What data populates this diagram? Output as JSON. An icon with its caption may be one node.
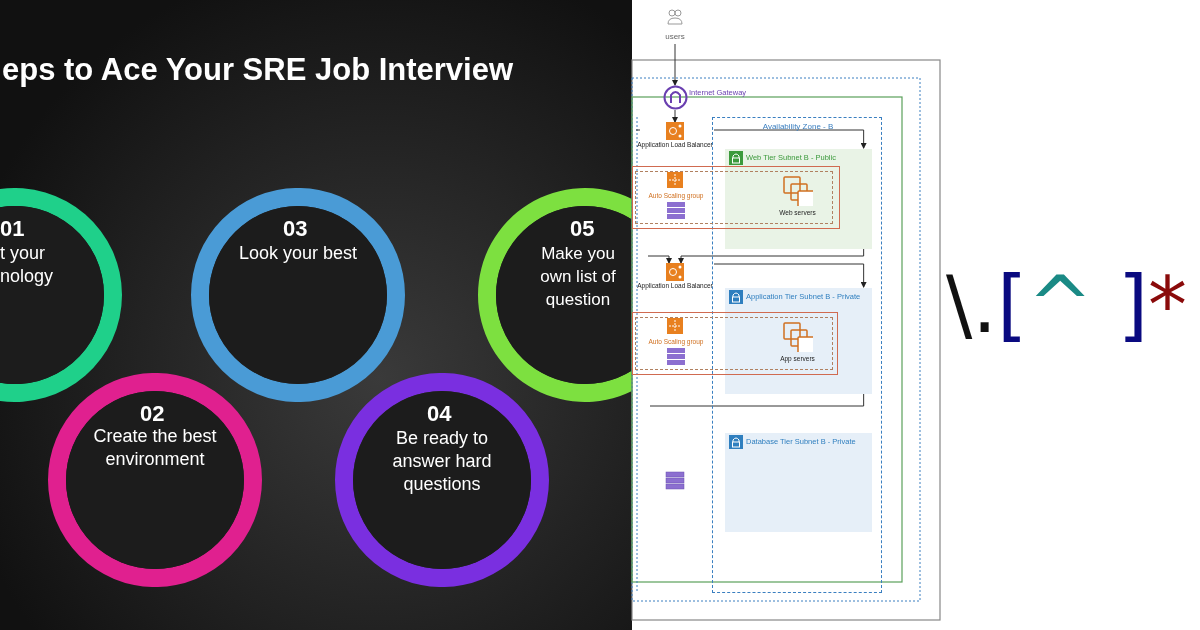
{
  "diagram": {
    "title": "eps to Ace Your SRE Job Interview",
    "nodes": [
      {
        "text": [
          "01",
          "t your nology"
        ]
      },
      {
        "text": [
          "02",
          "Create the best environment"
        ]
      },
      {
        "text": [
          "03",
          "Look your best"
        ]
      },
      {
        "text": [
          "04",
          "Be ready to answer hard questions"
        ]
      },
      {
        "text": [
          "05",
          "Make you own list of question"
        ]
      },
      {
        "text": [
          "users"
        ]
      },
      {
        "text": [
          "Internet Gateway"
        ]
      },
      {
        "text": [
          "Application Load Balancer"
        ]
      },
      {
        "text": [
          "Availability Zone - B"
        ]
      },
      {
        "text": [
          "Web Tier Subnet B - Public"
        ],
        "in": 8
      },
      {
        "text": [
          "Auto Scaling group"
        ]
      },
      {
        "text": [
          "Web servers"
        ]
      },
      {
        "text": [
          "Application Load Balancer"
        ]
      },
      {
        "text": [
          "Application Tier Subnet B - Private"
        ],
        "in": 8
      },
      {
        "text": [
          "Auto Scaling group"
        ]
      },
      {
        "text": [
          "App servers"
        ]
      },
      {
        "text": [
          "Database Tier Subnet B - Private"
        ],
        "in": 8
      }
    ],
    "edges": [
      {
        "from": 5,
        "to": 6,
        "arrow": "to"
      },
      {
        "from": 6,
        "to": 7,
        "arrow": "to"
      },
      {
        "from": 7,
        "to": 9,
        "arrow": "to"
      },
      {
        "from": 7,
        "to": null,
        "arrow": "none"
      },
      {
        "from": 9,
        "to": 12,
        "arrow": "to"
      },
      {
        "from": null,
        "to": 12,
        "arrow": "to"
      },
      {
        "from": 12,
        "to": 13,
        "arrow": "to"
      },
      {
        "from": 13,
        "to": null,
        "arrow": "none"
      }
    ],
    "labels": [
      "\\.[^ ]*"
    ]
  }
}
